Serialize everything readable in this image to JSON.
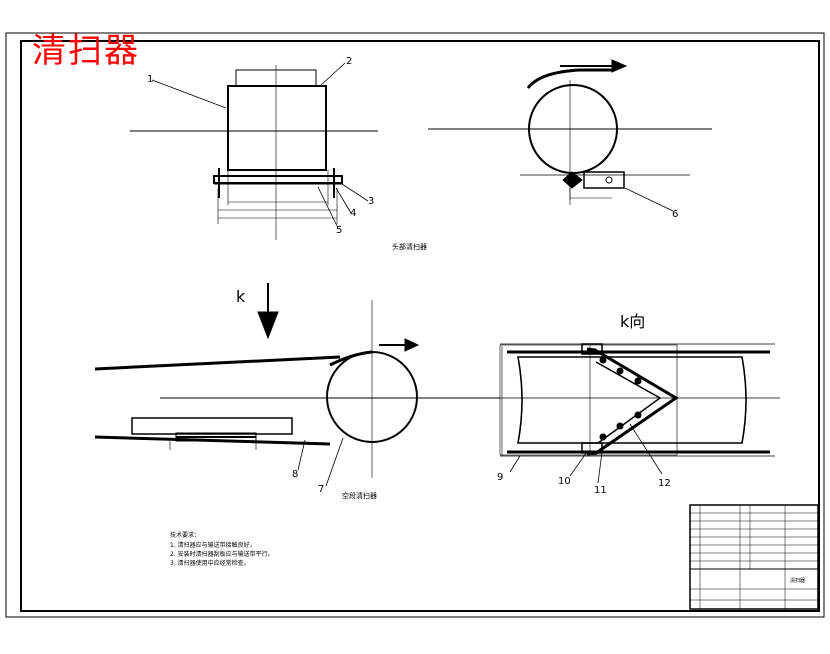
{
  "drawing": {
    "title": "清扫器",
    "colors": {
      "title": "#ff0000",
      "line": "#000000",
      "paper": "#ffffff"
    },
    "view_labels": {
      "head_view": "头部清扫器",
      "empty_view": "空段清扫器",
      "k_arrow": "k",
      "k_view": "k向"
    },
    "part_numbers": [
      "1",
      "2",
      "3",
      "4",
      "5",
      "6",
      "7",
      "8",
      "9",
      "10",
      "11",
      "12"
    ],
    "notes": {
      "heading": "技术要求：",
      "lines": [
        "1. 清扫器应与输送带接触良好，",
        "2. 安装时清扫器刮板应与输送带平行。",
        "3. 清扫器使用中应经常检查。"
      ]
    },
    "title_block": {
      "name": "清扫器"
    }
  }
}
